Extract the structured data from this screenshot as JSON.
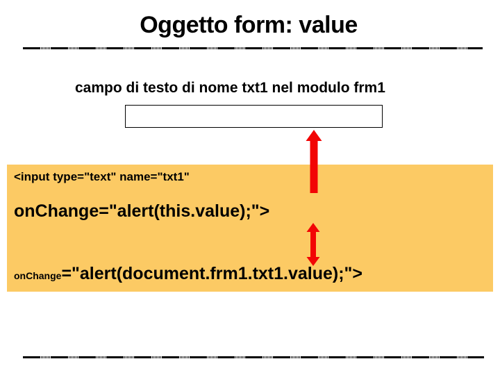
{
  "slide": {
    "title": "Oggetto form: value",
    "subtitle": "campo di testo di nome txt1 nel modulo frm1",
    "input_field": {
      "value": "",
      "name_shown_in_code": "txt1"
    },
    "code": {
      "line1": "<input type=\"text\" name=\"txt1\"",
      "line2": "onChange=\"alert(this.value);\">",
      "line3_small": "onChange",
      "line3_big": "=\"alert(document.frm1.txt1.value);\">"
    },
    "icons": {
      "up_arrow": "up-arrow-icon",
      "double_arrow": "double-arrow-icon"
    },
    "colors": {
      "highlight_box": "#fcca64",
      "arrow_red": "#f20505",
      "text": "#000000",
      "background": "#ffffff"
    }
  }
}
